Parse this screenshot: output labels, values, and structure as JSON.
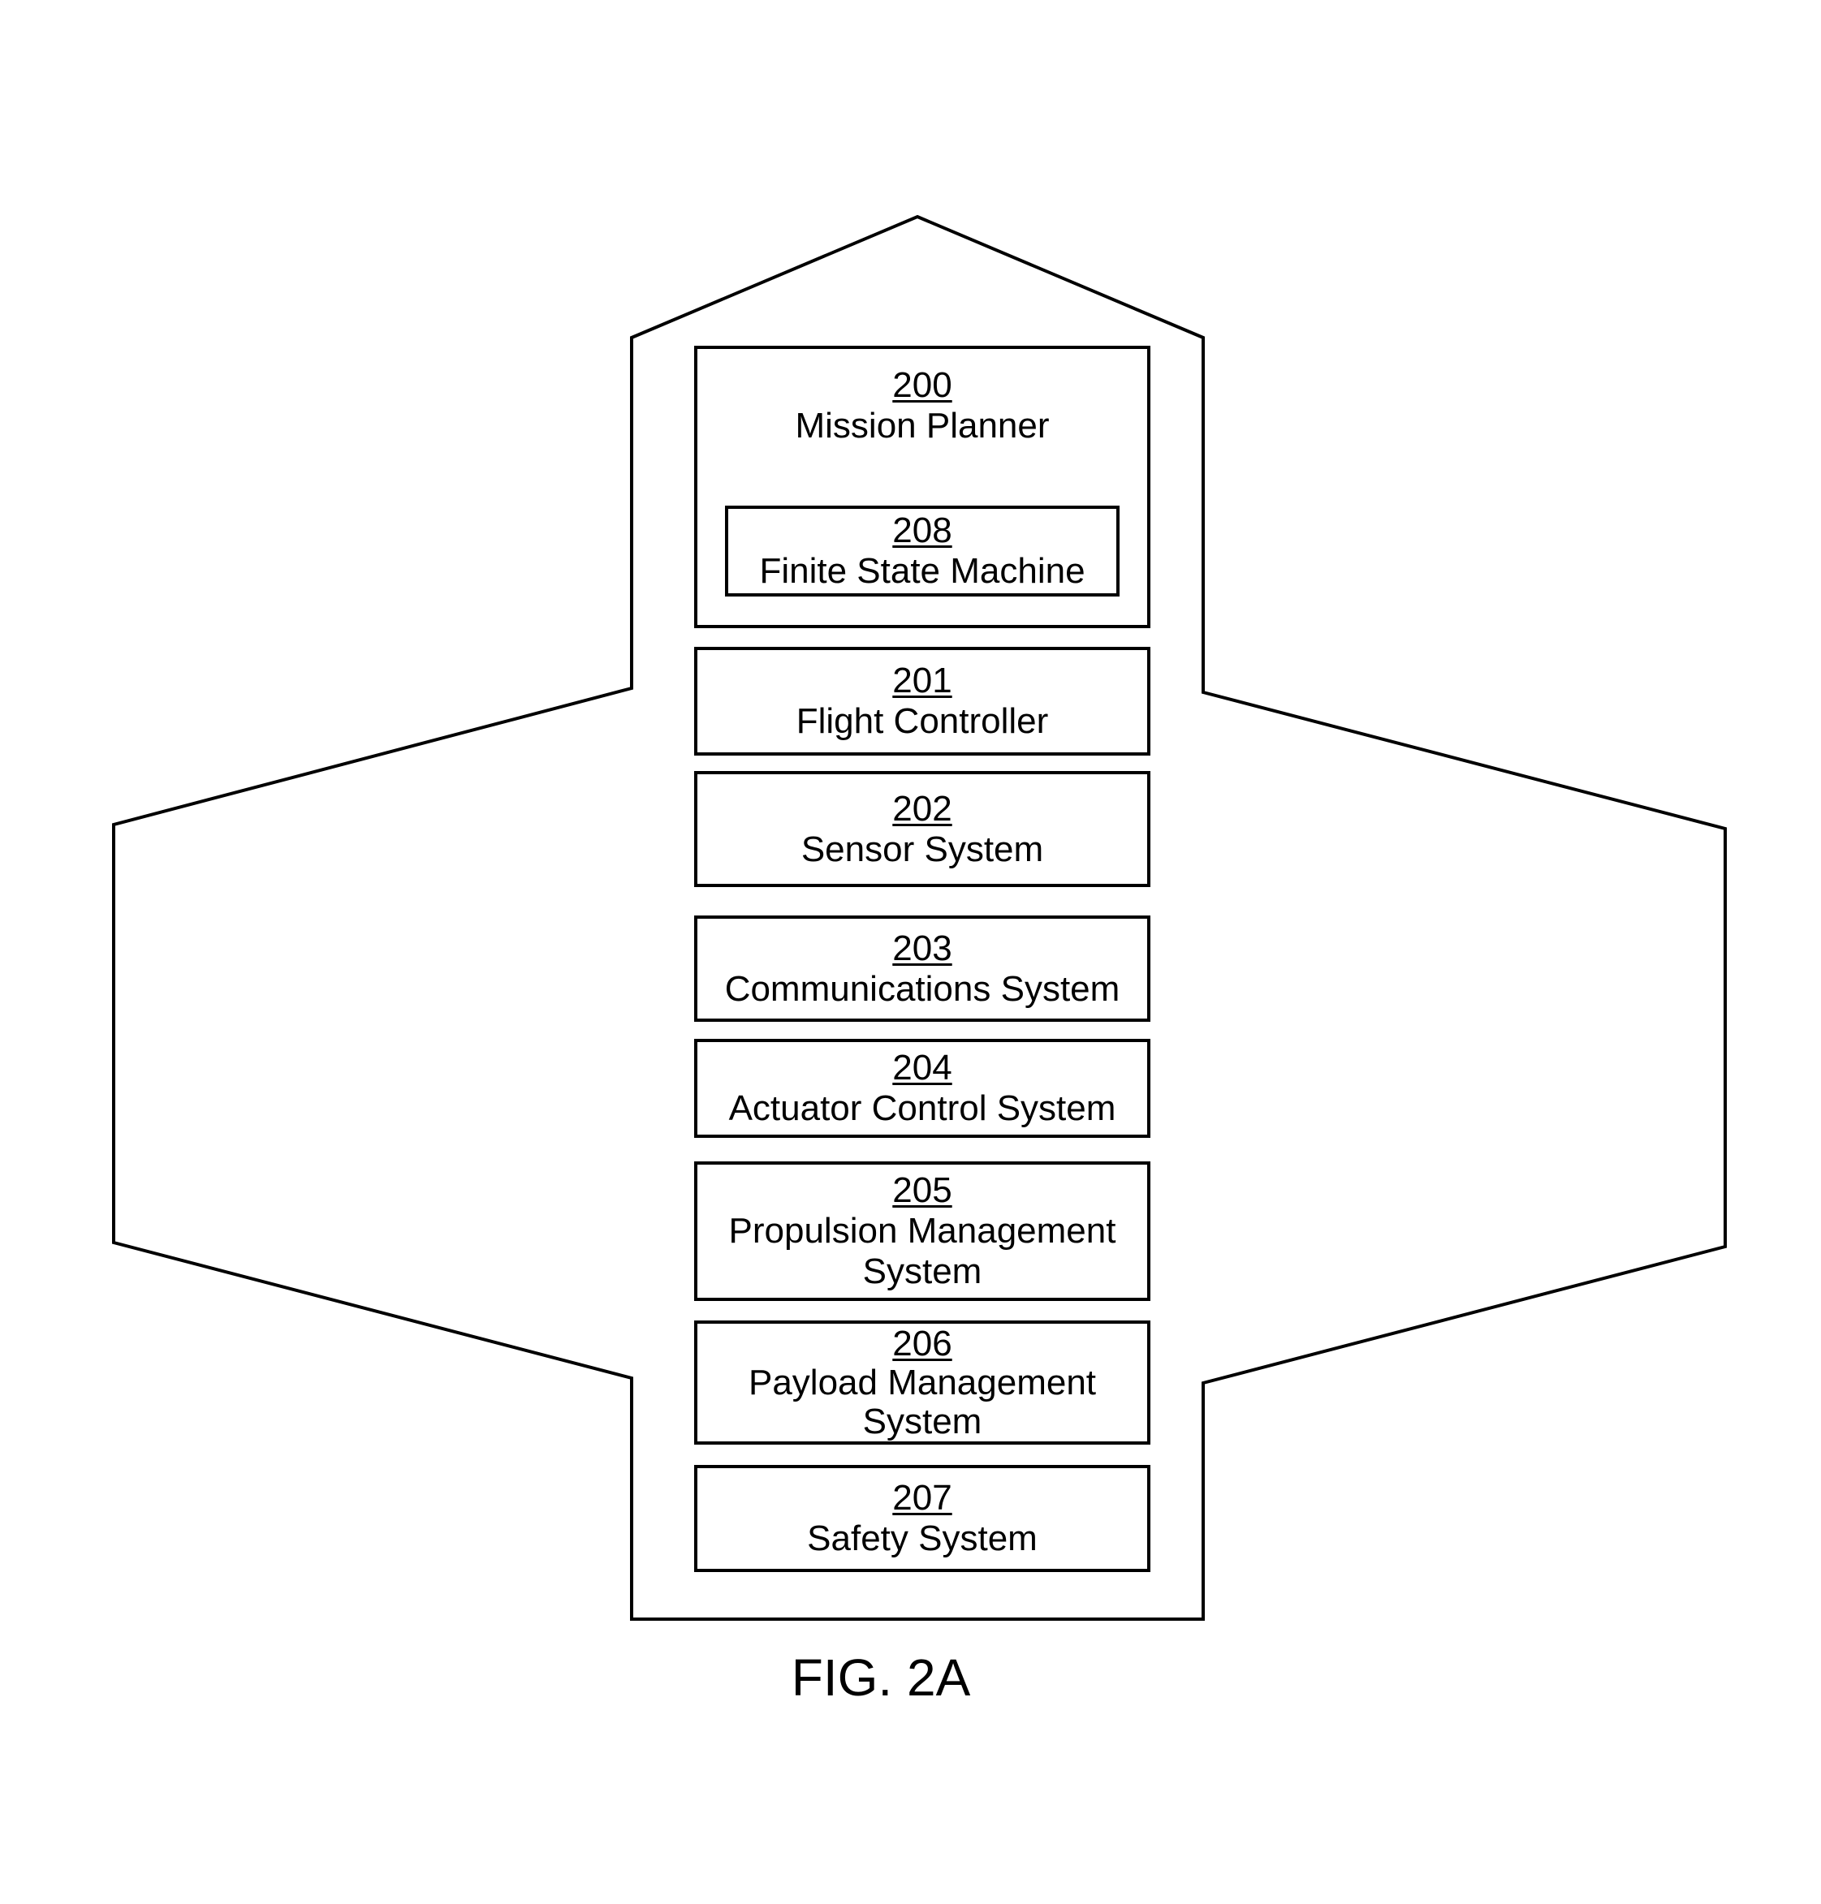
{
  "diagram": {
    "figure_label": "FIG. 2A",
    "vehicle_outline": {
      "stroke_color": "#000000"
    },
    "components": [
      {
        "id": "200",
        "number": "200",
        "label": "Mission Planner"
      },
      {
        "id": "208",
        "number": "208",
        "label": "Finite State Machine",
        "parent": "200"
      },
      {
        "id": "201",
        "number": "201",
        "label": "Flight Controller"
      },
      {
        "id": "202",
        "number": "202",
        "label": "Sensor System"
      },
      {
        "id": "203",
        "number": "203",
        "label": "Communications System"
      },
      {
        "id": "204",
        "number": "204",
        "label": "Actuator Control System"
      },
      {
        "id": "205",
        "number": "205",
        "label": "Propulsion Management System"
      },
      {
        "id": "206",
        "number": "206",
        "label": "Payload Management System"
      },
      {
        "id": "207",
        "number": "207",
        "label": "Safety System"
      }
    ]
  }
}
